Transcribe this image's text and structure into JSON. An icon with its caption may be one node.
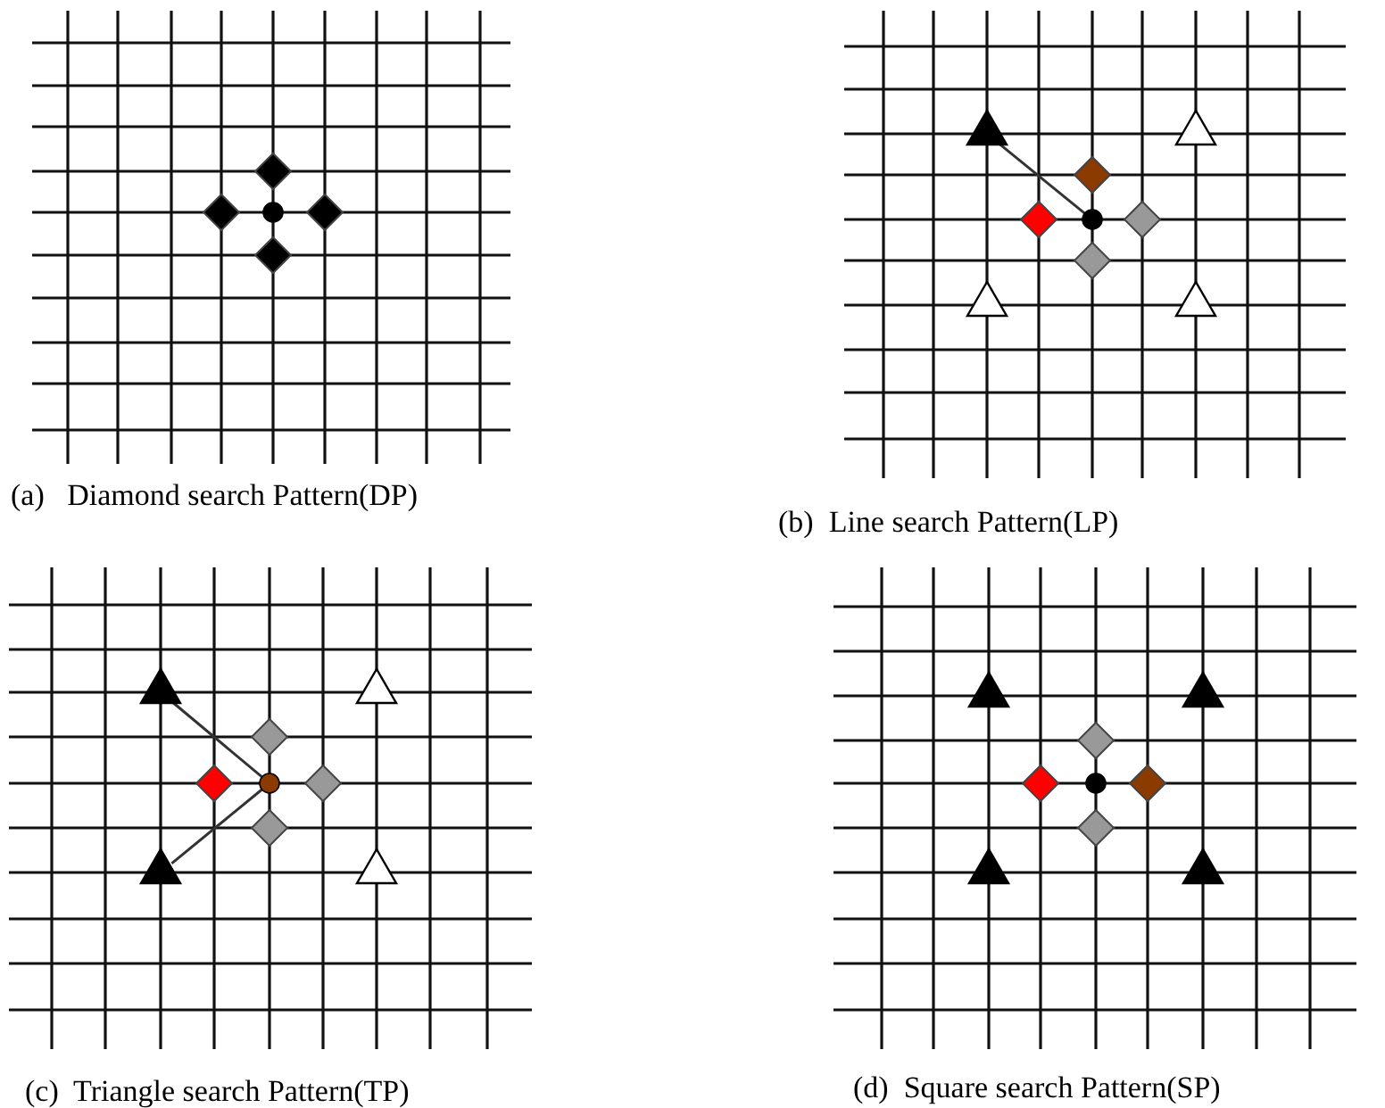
{
  "diagram": {
    "nodes": [
      {
        "text": [],
        "shape": "triangle"
      },
      {
        "text": [],
        "shape": "circle"
      },
      {
        "text": [],
        "shape": "triangle"
      },
      {
        "text": [],
        "shape": "circle"
      },
      {
        "text": [],
        "shape": "triangle"
      }
    ],
    "edges": [
      {
        "from": 0,
        "to": 1,
        "arrow": "none"
      },
      {
        "from": 2,
        "to": 3,
        "arrow": "none"
      },
      {
        "from": 4,
        "to": 3,
        "arrow": "none"
      }
    ],
    "labels": [
      "(a)   Diamond search Pattern(DP)",
      "(b)  Line search Pattern(LP)",
      "(c)  Triangle search Pattern(TP)",
      "(d)  Square search Pattern(SP)"
    ]
  }
}
